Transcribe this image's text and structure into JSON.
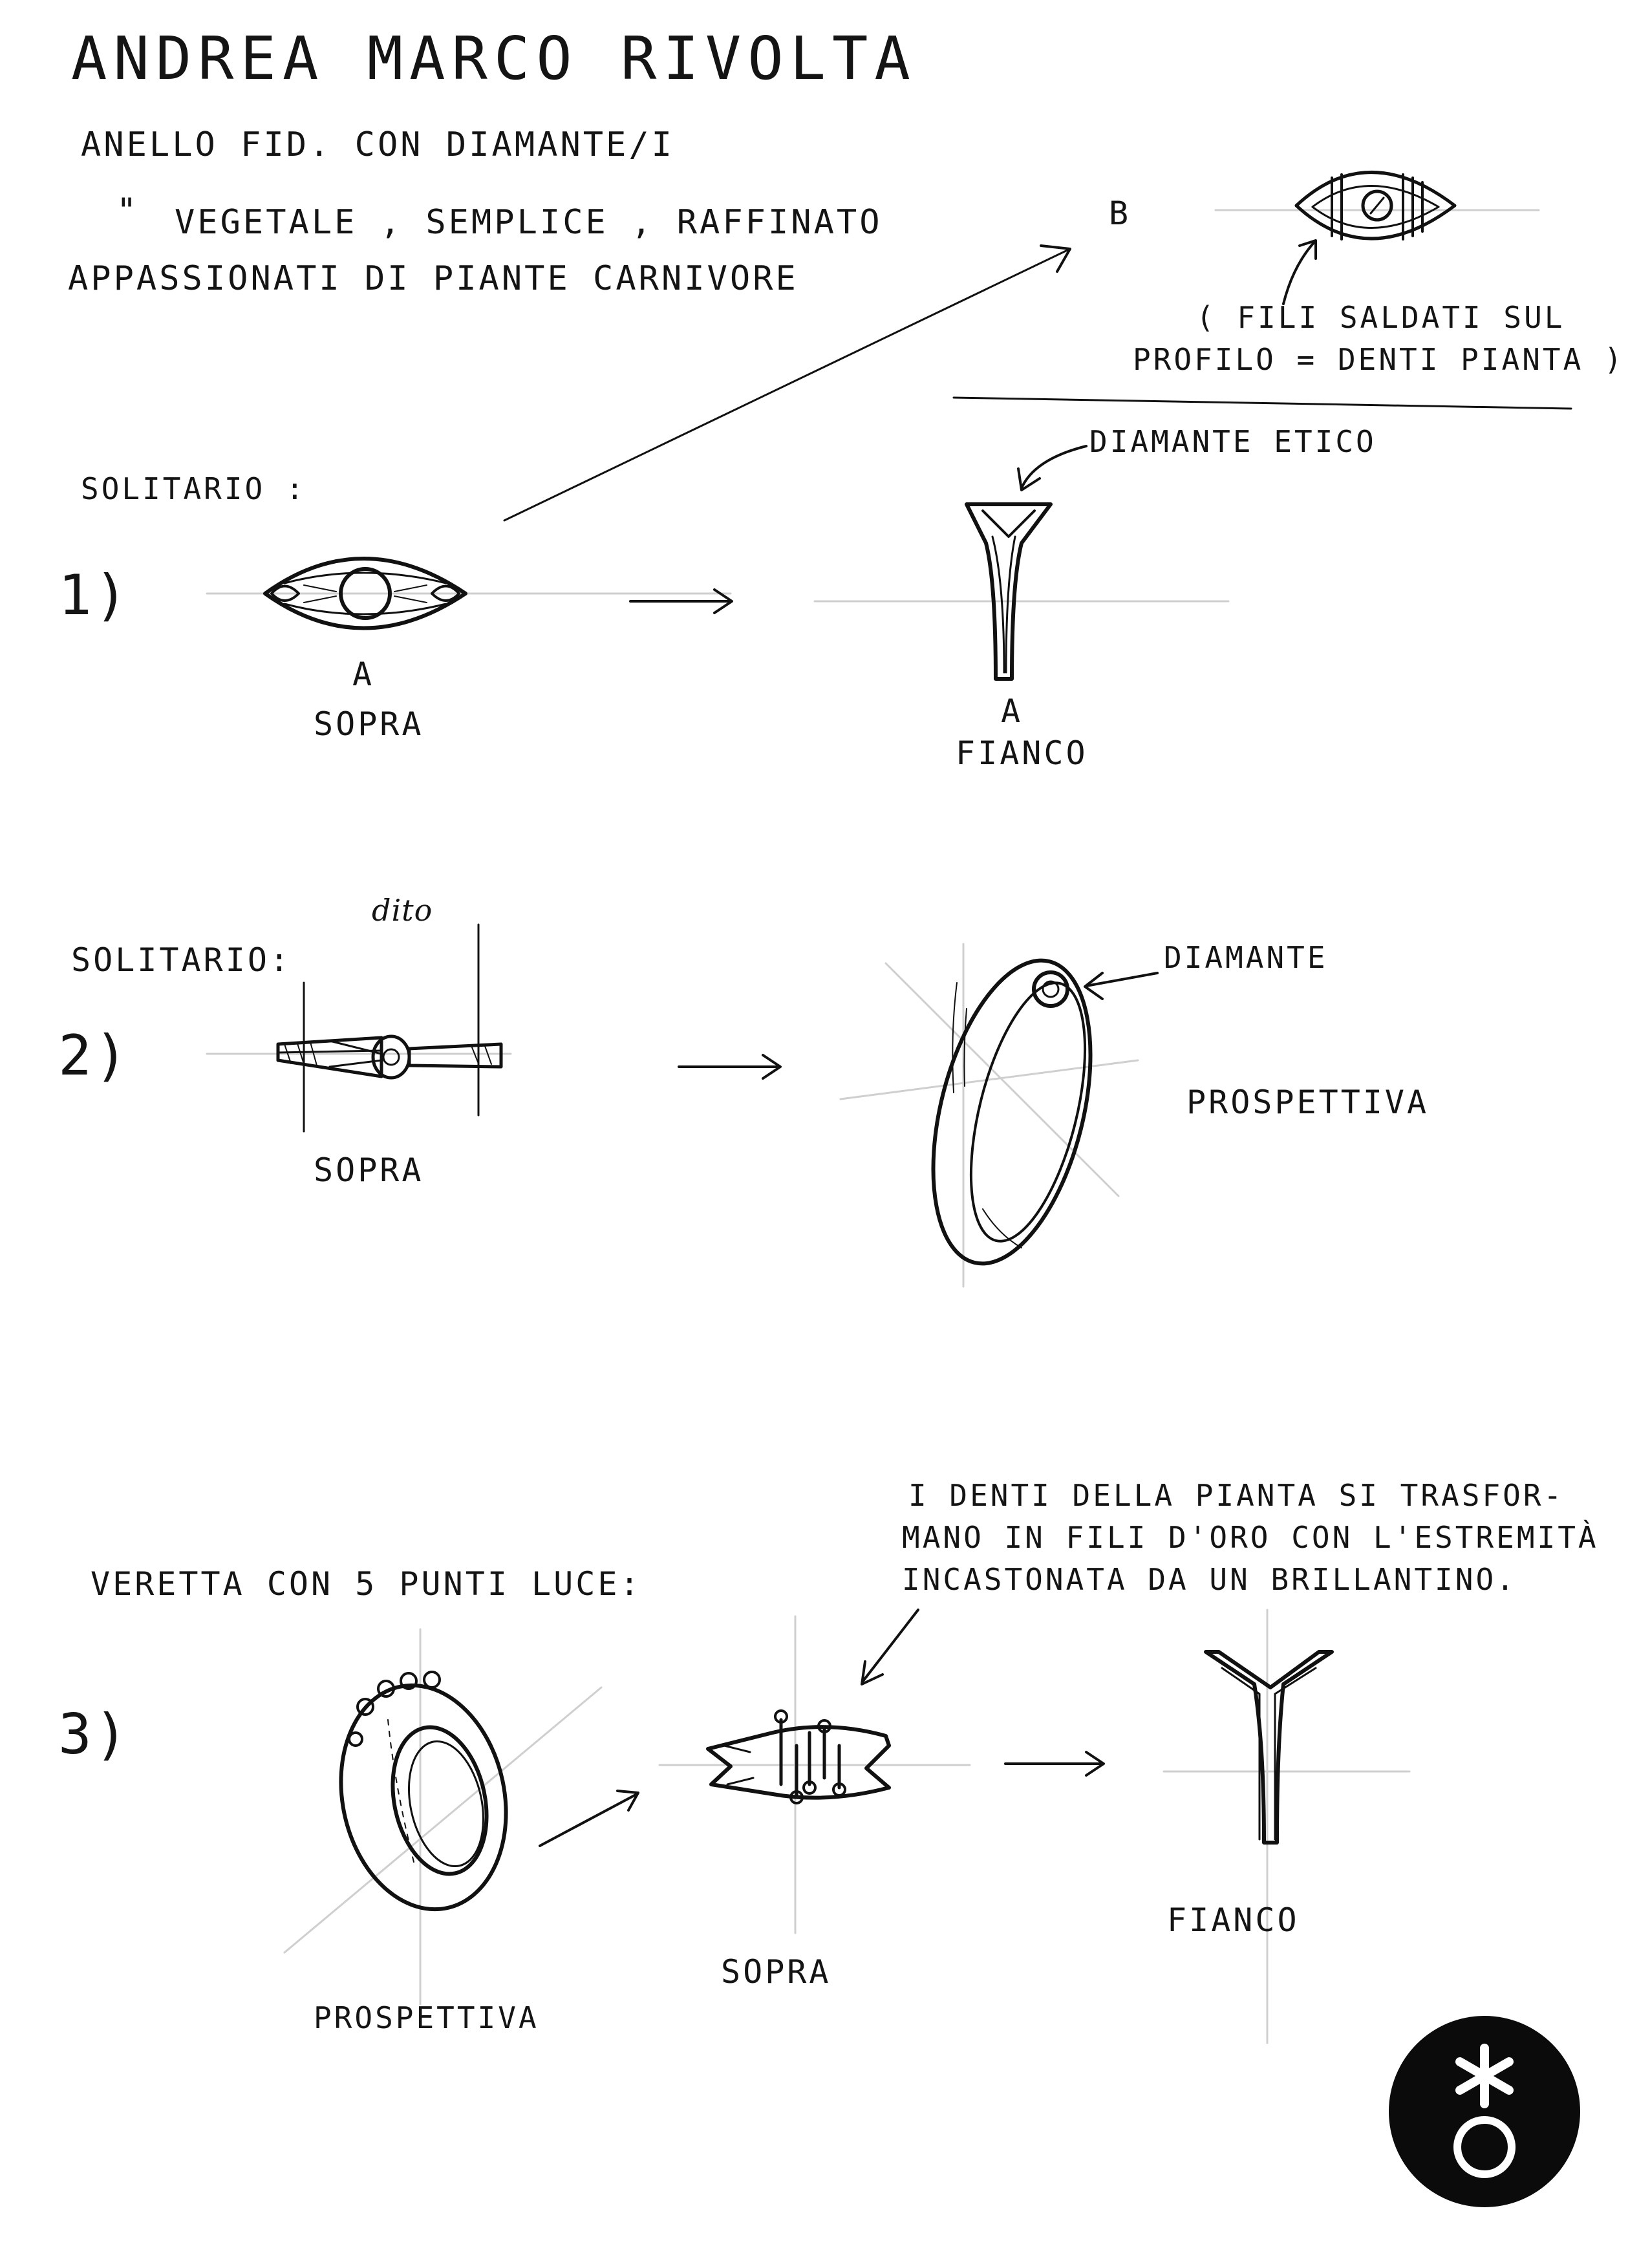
{
  "header": {
    "title": "ANDREA   MARCO RIVOLTA",
    "line1": "ANELLO FID. CON DIAMANTE/I",
    "line2_mark": "\"",
    "line2": "VEGETALE , SEMPLICE , RAFFINATO",
    "line3": "APPASSIONATI DI PIANTE CARNIVORE"
  },
  "section_b": {
    "label": "B",
    "note_line1": "( FILI SALDATI SUL",
    "note_line2": "PROFILO = DENTI PIANTA )"
  },
  "section_1": {
    "heading": "SOLITARIO :",
    "number": "1)",
    "top_letter": "A",
    "top_view": "SOPRA",
    "side_callout": "DIAMANTE ETICO",
    "side_letter": "A",
    "side_view": "FIANCO"
  },
  "section_2": {
    "heading": "SOLITARIO:",
    "finger_note": "dito",
    "number": "2)",
    "top_view": "SOPRA",
    "callout": "DIAMANTE",
    "perspective": "PROSPETTIVA"
  },
  "section_3": {
    "heading": "VERETTA CON 5 PUNTI LUCE:",
    "note_line1": "I DENTI DELLA PIANTA SI TRASFOR-",
    "note_line2": "MANO IN FILI D'ORO CON L'ESTREMITÀ",
    "note_line3": "INCASTONATA DA UN BRILLANTINO.",
    "number": "3)",
    "perspective": "PROSPETTIVA",
    "top_view": "SOPRA",
    "side_view": "FIANCO"
  },
  "logo": {
    "icon": "asterisk-circle-logo"
  }
}
